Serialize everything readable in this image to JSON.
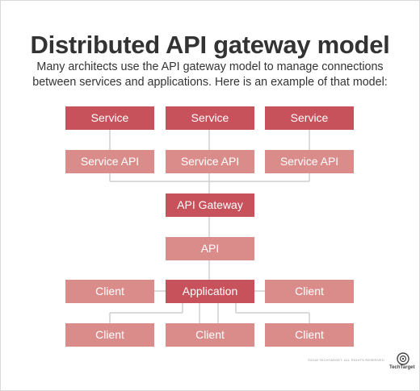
{
  "title": "Distributed API gateway model",
  "subtitle": "Many architects use the API gateway model to manage connections between services and applications. Here is an example of that model:",
  "nodes": {
    "service_1": "Service",
    "service_2": "Service",
    "service_3": "Service",
    "service_api_1": "Service API",
    "service_api_2": "Service API",
    "service_api_3": "Service API",
    "api_gateway": "API Gateway",
    "api": "API",
    "application": "Application",
    "client_left": "Client",
    "client_right": "Client",
    "client_bottom_1": "Client",
    "client_bottom_2": "Client",
    "client_bottom_3": "Client"
  },
  "colors": {
    "dark_box": "#c7525c",
    "light_box": "#da8c8b",
    "connector": "#cfcfcf"
  },
  "footer": {
    "copyright": "©2018 TECHTARGET. ALL RIGHTS RESERVED",
    "brand": "TechTarget"
  }
}
